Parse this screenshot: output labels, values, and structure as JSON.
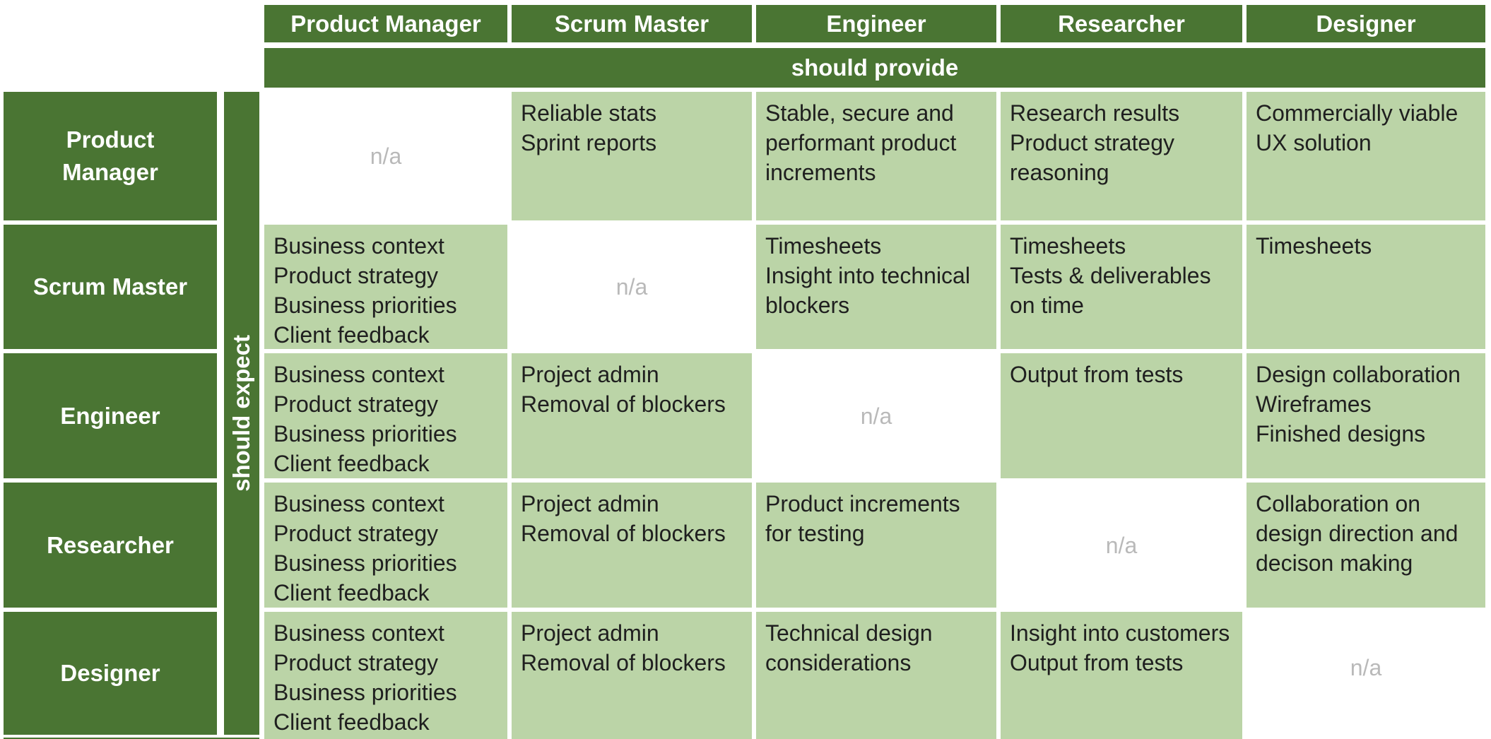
{
  "colors": {
    "dark_green": "#4a7533",
    "light_green": "#bbd4a7",
    "na_gray": "#b9b9b9",
    "cell_text": "#1f1f1f"
  },
  "banner": {
    "provide_label": "should provide",
    "expect_label": "should expect"
  },
  "columns": [
    "Product Manager",
    "Scrum Master",
    "Engineer",
    "Researcher",
    "Designer"
  ],
  "matrix": {
    "rows": [
      {
        "header": "Product Manager",
        "cells": [
          "n/a",
          [
            "Reliable stats",
            "Sprint reports"
          ],
          [
            "Stable, secure and performant product increments"
          ],
          [
            "Research results",
            "Product strategy reasoning"
          ],
          [
            "Commercially viable UX solution"
          ]
        ]
      },
      {
        "header": "Scrum Master",
        "cells": [
          [
            "Business context",
            "Product strategy",
            "Business priorities",
            "Client feedback"
          ],
          "n/a",
          [
            "Timesheets",
            "Insight into technical blockers"
          ],
          [
            "Timesheets",
            "Tests & deliverables on time"
          ],
          [
            "Timesheets"
          ]
        ]
      },
      {
        "header": "Engineer",
        "cells": [
          [
            "Business context",
            "Product strategy",
            "Business priorities",
            "Client feedback"
          ],
          [
            "Project admin",
            "Removal of blockers"
          ],
          "n/a",
          [
            "Output from tests"
          ],
          [
            "Design collaboration",
            "Wireframes",
            "Finished designs"
          ]
        ]
      },
      {
        "header": "Researcher",
        "cells": [
          [
            "Business context",
            "Product strategy",
            "Business priorities",
            "Client feedback"
          ],
          [
            "Project admin",
            "Removal of blockers"
          ],
          [
            "Product increments for testing"
          ],
          "n/a",
          [
            "Collaboration on design direction and decison making"
          ]
        ]
      },
      {
        "header": "Designer",
        "cells": [
          [
            "Business context",
            "Product strategy",
            "Business priorities",
            "Client feedback"
          ],
          [
            "Project admin",
            "Removal of blockers"
          ],
          [
            "Technical design considerations"
          ],
          [
            "Insight into customers",
            "Output from tests"
          ],
          "n/a"
        ]
      }
    ]
  }
}
